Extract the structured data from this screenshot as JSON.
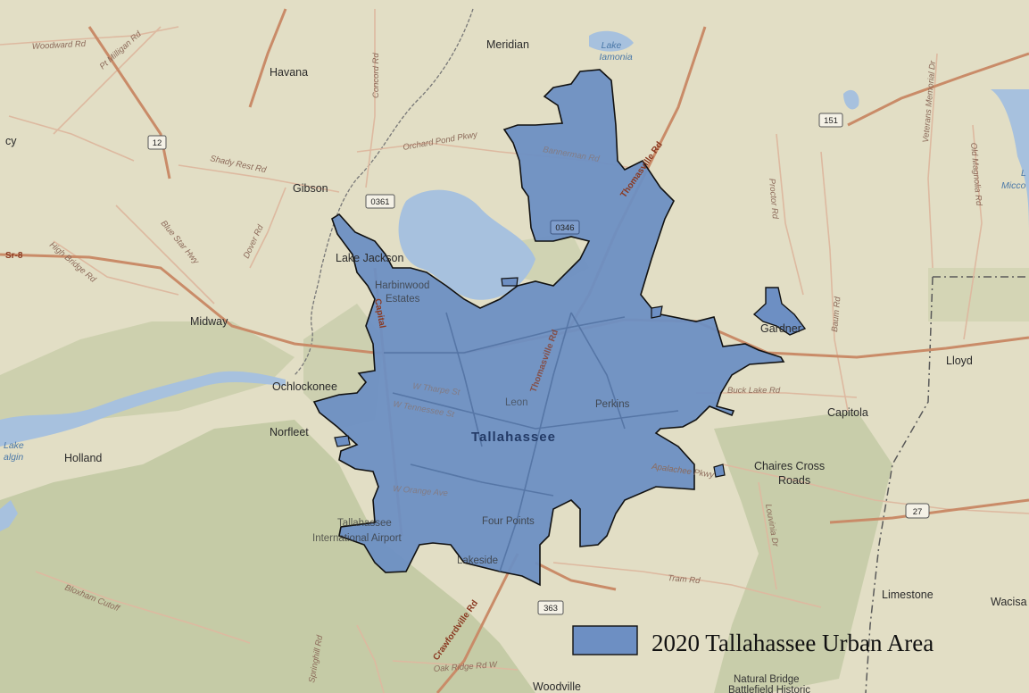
{
  "map": {
    "colors": {
      "land": "#e2dec5",
      "park": "#c5cba6",
      "water": "#a7c1de",
      "urban_fill": "#6d8fc3",
      "urban_stroke": "#111111",
      "major_road": "#c98b68",
      "minor_road": "#ddb9a0"
    },
    "places": {
      "havana": "Havana",
      "meridian": "Meridian",
      "gibson": "Gibson",
      "lake_jackson": "Lake Jackson",
      "harbinwood": "Harbinwood",
      "estates": "Estates",
      "midway": "Midway",
      "ochlockonee": "Ochlockonee",
      "norfleet": "Norfleet",
      "holland": "Holland",
      "leon": "Leon",
      "tallahassee": "Tallahassee",
      "perkins": "Perkins",
      "gardner": "Gardner",
      "capitola": "Capitola",
      "chaires_cross": "Chaires Cross",
      "roads": "Roads",
      "lloyd": "Lloyd",
      "four_points": "Four Points",
      "lakeside": "Lakeside",
      "tallahassee_airport_1": "Tallahassee",
      "tallahassee_airport_2": "International Airport",
      "limestone": "Limestone",
      "wacissa": "Wacisa",
      "woodville": "Woodville",
      "natural_bridge_1": "Natural Bridge",
      "natural_bridge_2": "Battlefield Historic",
      "cy": "cy"
    },
    "water_labels": {
      "lake_iamonia_1": "Lake",
      "lake_iamonia_2": "Iamonia",
      "lake_talquin_1": "Lake",
      "lake_talquin_2": "algin",
      "lake_miccosukee_1": "L",
      "lake_miccosukee_2": "Micco"
    },
    "roads": {
      "woodward": "Woodward Rd",
      "pt_milligan": "Pt Milligan Rd",
      "concord": "Concord Rd",
      "shady_rest": "Shady Rest Rd",
      "orchard_pond": "Orchard Pond Pkwy",
      "thomasville": "Thomasville Rd",
      "thomasville_inner": "Thomasville Rd",
      "blue_star": "Blue Star Hwy",
      "high_bridge": "High Bridge Rd",
      "dover": "Dover Rd",
      "capital": "Capital",
      "proctor": "Proctor Rd",
      "veterans": "Veterans Memorial Dr",
      "old_magnolia": "Old Magnolia Rd",
      "buck_lake": "Buck Lake Rd",
      "apalachee": "Apalachee Pkwy",
      "tram": "Tram Rd",
      "crawfordville": "Crawfordville Rd",
      "oak_ridge": "Oak Ridge Rd W",
      "springhill": "Springhill Rd",
      "bloxham": "Bloxham Cutoff",
      "louvinia": "Louvinia Dr",
      "sr8": "Sr-8",
      "baum": "Baum Rd",
      "bannerman": "Bannerman Rd",
      "w_tharpe": "W Tharpe St",
      "w_tennessee": "W Tennessee St",
      "orange": "W Orange Ave"
    },
    "shields": {
      "r12": "12",
      "r151": "151",
      "r0361": "0361",
      "r0346": "0346",
      "r27": "27",
      "r363": "363"
    }
  },
  "legend": {
    "label": "2020 Tallahassee Urban Area",
    "swatch_color": "#6d8fc3"
  }
}
